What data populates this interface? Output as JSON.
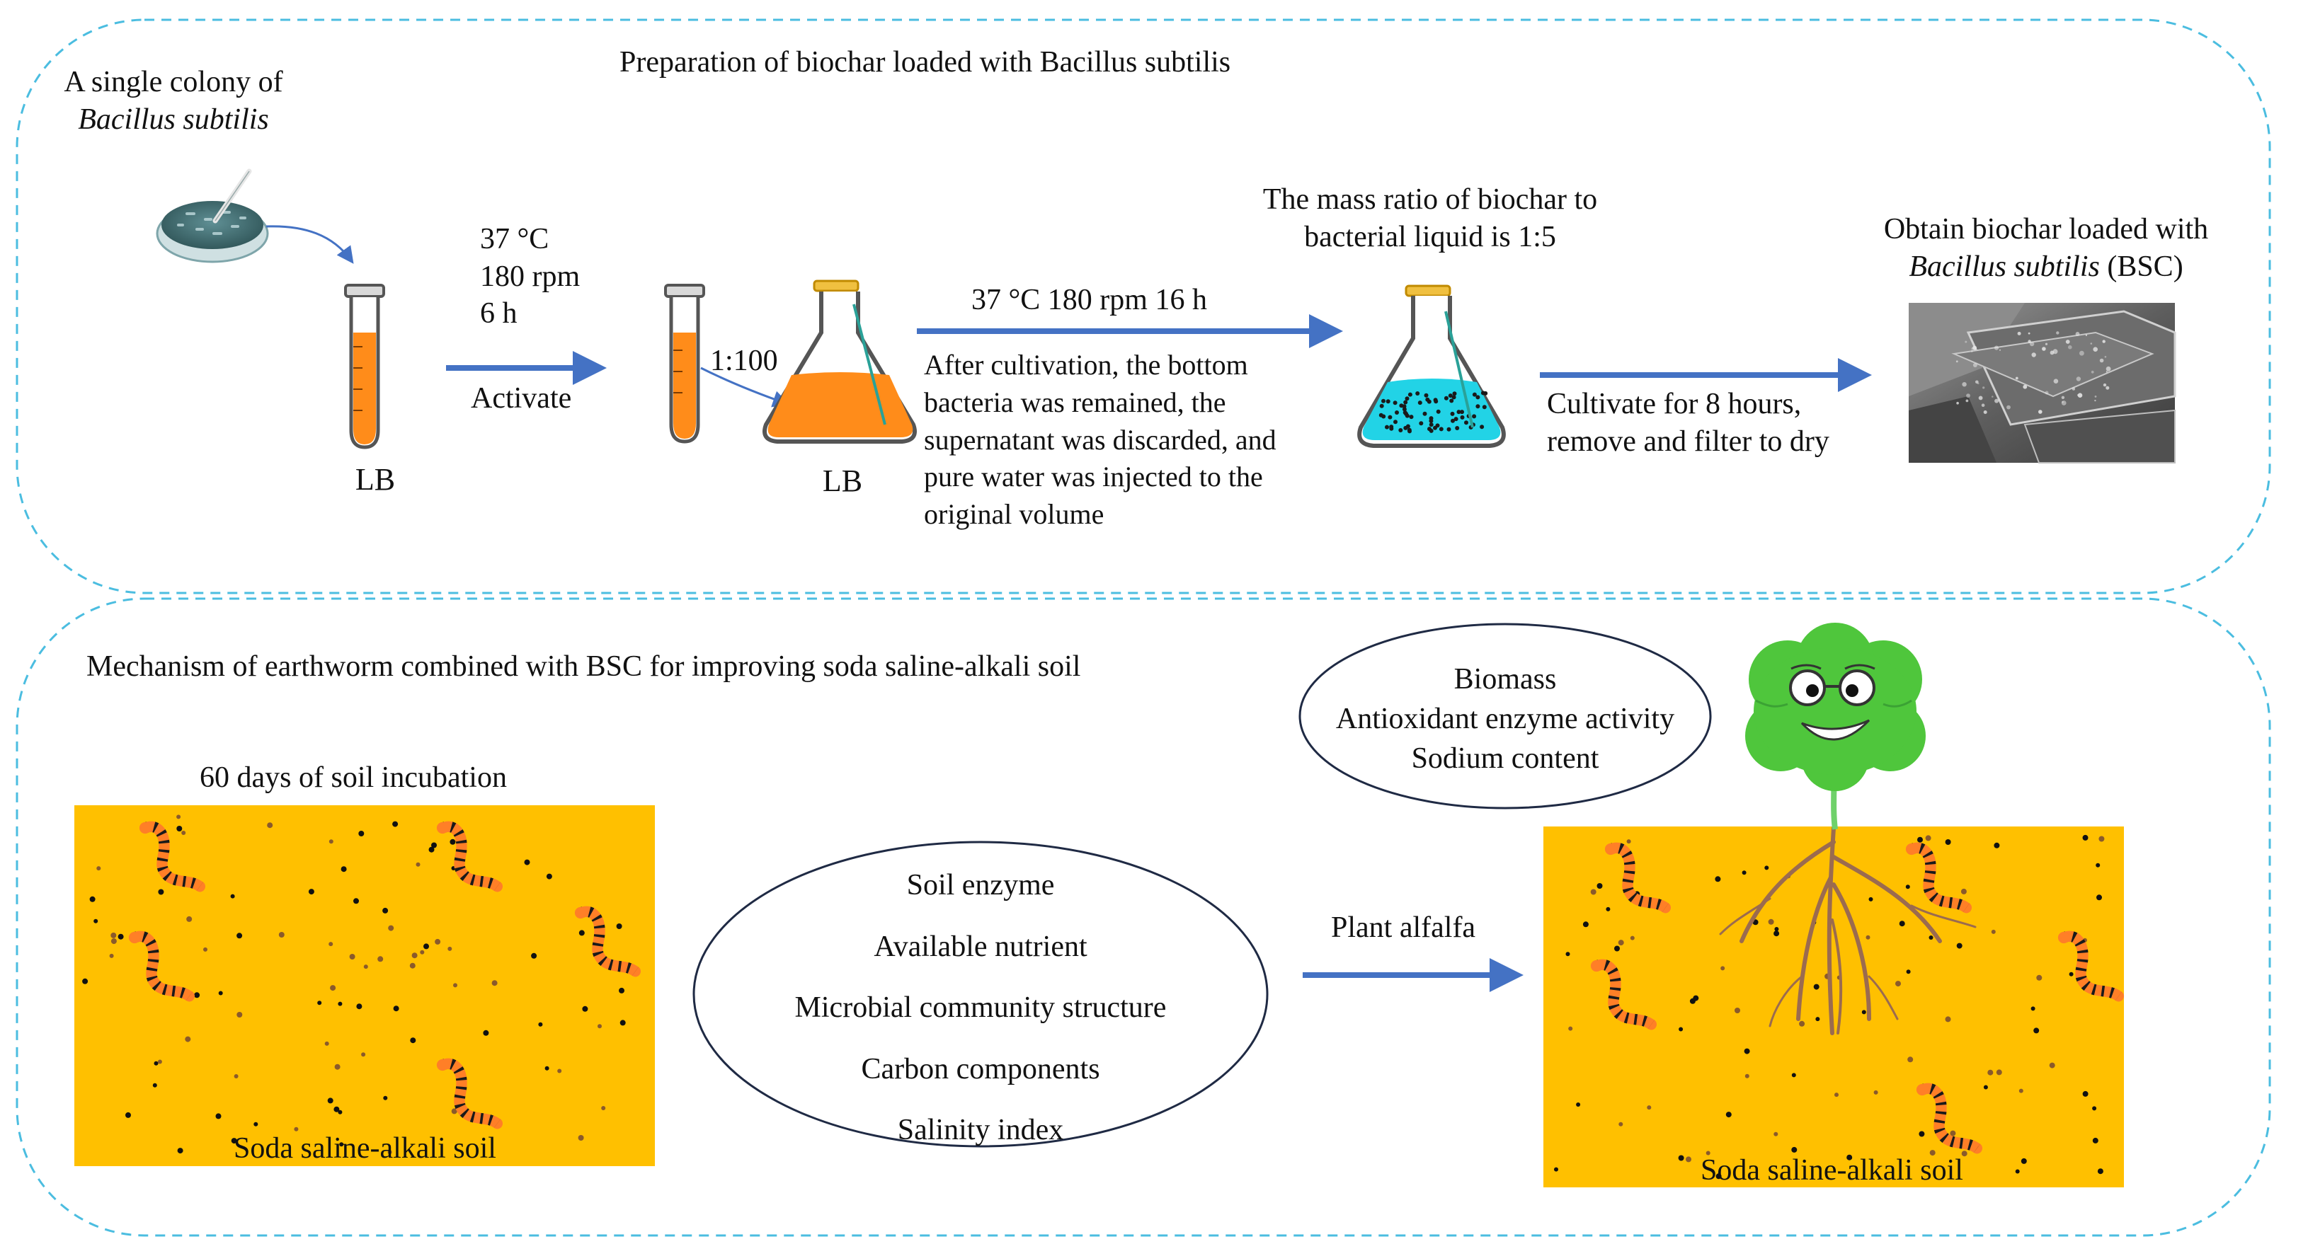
{
  "top_panel": {
    "title": "Preparation of biochar loaded with Bacillus subtilis",
    "colony_line1": "A single colony of",
    "colony_line2": "Bacillus subtilis",
    "tube1_label": "LB",
    "activate_conditions": [
      "37 °C",
      "180 rpm",
      "6 h"
    ],
    "activate_label": "Activate",
    "ratio_label": "1:100",
    "flask1_label": "LB",
    "culture_conditions": "37 °C 180 rpm 16 h",
    "culture_note": [
      "After cultivation, the bottom",
      "bacteria was remained, the",
      "supernatant was discarded, and",
      "pure water was injected to the",
      "original volume"
    ],
    "mass_ratio": [
      "The mass ratio of biochar to",
      "bacterial liquid is 1:5"
    ],
    "cultivate_note": [
      "Cultivate for 8 hours,",
      "remove and filter to dry"
    ],
    "product_line1": "Obtain biochar loaded with",
    "product_line2_italic": "Bacillus subtilis",
    "product_line2_rest": " (BSC)"
  },
  "bottom_panel": {
    "title": "Mechanism of earthworm combined with BSC for improving soda saline-alkali soil",
    "incubation_label": "60 days of soil incubation",
    "soil_label_left": "Soda saline-alkali soil",
    "soil_label_right": "Soda saline-alkali soil",
    "soil_indicators": [
      "Soil enzyme",
      "Available nutrient",
      "Microbial community structure",
      "Carbon components",
      "Salinity index"
    ],
    "plant_label": "Plant alfalfa",
    "plant_indicators": [
      "Biomass",
      "Antioxidant enzyme activity",
      "Sodium content"
    ]
  },
  "colors": {
    "dashed_border": "#4bbde0",
    "arrow": "#4472c4",
    "soil": "#ffc000",
    "liquid_orange": "#ff8c1a",
    "liquid_cyan": "#22d3e6",
    "worm_orange": "#ff7f27",
    "clover": "#4fc63c"
  },
  "icons": [
    "petri-dish-icon",
    "test-tube-icon",
    "flask-icon",
    "sem-image-icon",
    "earthworm-icon",
    "clover-face-icon",
    "root-icon"
  ]
}
